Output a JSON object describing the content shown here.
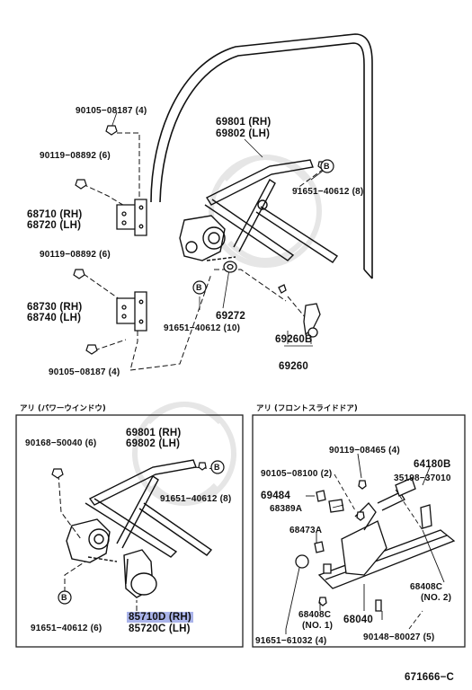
{
  "top": {
    "l_90105_top": "90105−08187 (4)",
    "l_90119_a": "90119−08892 (6)",
    "l_68710": "68710 (RH)",
    "l_68720": "68720 (LH)",
    "l_90119_b": "90119−08892 (6)",
    "l_68730": "68730 (RH)",
    "l_68740": "68740 (LH)",
    "l_90105_bot": "90105−08187 (4)",
    "l_69801": "69801 (RH)",
    "l_69802": "69802 (LH)",
    "l_91651_8": "91651−40612 (8)",
    "l_69272": "69272",
    "l_91651_10": "91651−40612 (10)",
    "l_69260b": "69260B",
    "l_69260": "69260",
    "marker_b": "B"
  },
  "left_panel": {
    "caption": "アリ (パワーウインドウ)",
    "l_90168": "90168−50040 (6)",
    "l_69801": "69801 (RH)",
    "l_69802": "69802 (LH)",
    "l_91651_8": "91651−40612 (8)",
    "l_91651_6": "91651−40612 (6)",
    "l_85710": "85710D (RH)",
    "l_85720": "85720C (LH)"
  },
  "right_panel": {
    "caption": "アリ (フロントスライドドア)",
    "l_90119": "90119−08465 (4)",
    "l_64180": "64180B",
    "l_90105": "90105−08100 (2)",
    "l_35198": "35198−37010",
    "l_69484": "69484",
    "l_68389": "68389A",
    "l_68473": "68473A",
    "l_68408c_a": "68408C",
    "l_no2": "(NO. 2)",
    "l_68408c_b": "68408C",
    "l_no1": "(NO. 1)",
    "l_68040": "68040",
    "l_91651": "91651−61032 (4)",
    "l_90148": "90148−80027 (5)"
  },
  "footer": {
    "code": "671666−C"
  },
  "colors": {
    "highlight": "#aab4ea",
    "line": "#111111",
    "watermark": "#e8e8e8"
  }
}
